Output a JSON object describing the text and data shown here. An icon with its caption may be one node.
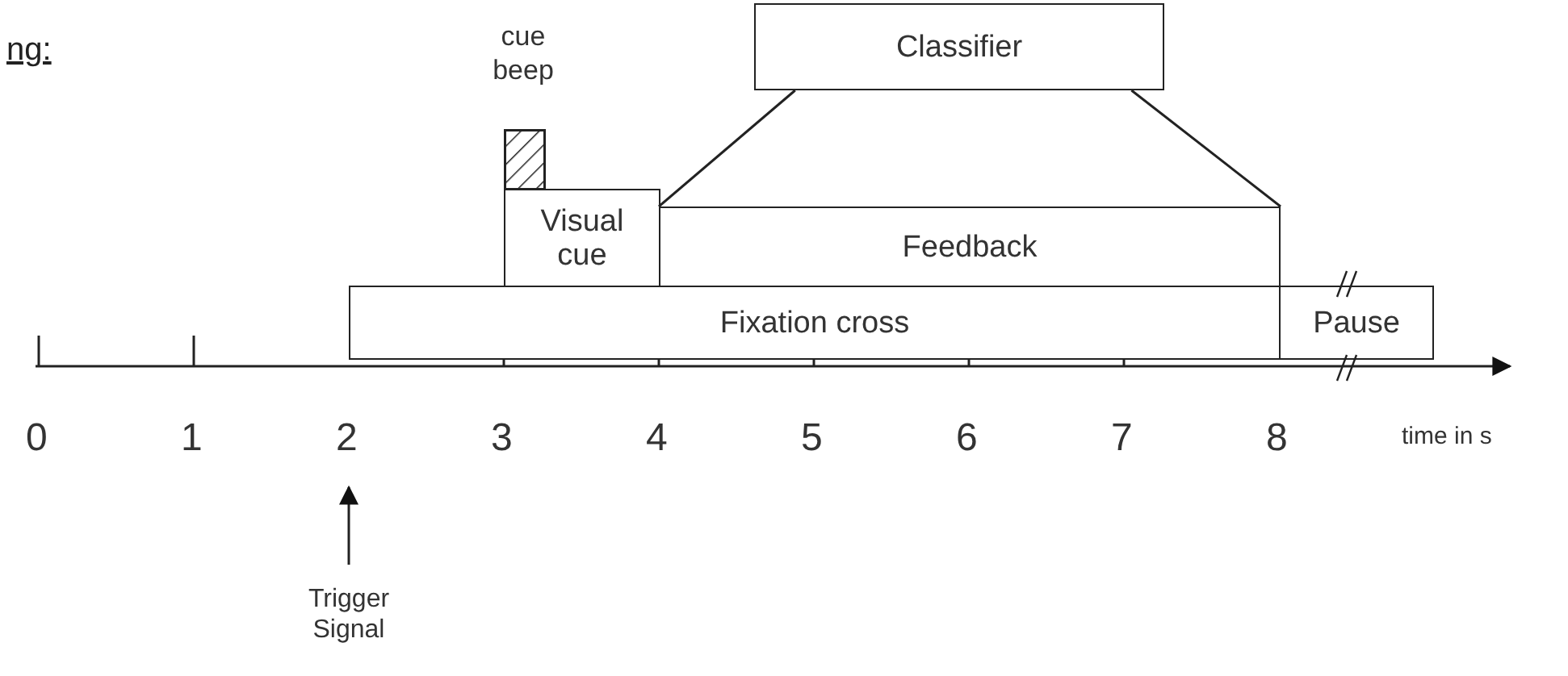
{
  "diagram": {
    "nodes": [
      {
        "text": [
          "Classifier"
        ]
      },
      {
        "text": [
          "cue beep"
        ]
      },
      {
        "text": [
          "Visual cue"
        ]
      },
      {
        "text": [
          "Feedback"
        ]
      },
      {
        "text": [
          "Fixation cross"
        ]
      },
      {
        "text": [
          "Pause"
        ]
      },
      {
        "text": [
          "Trigger Signal"
        ]
      }
    ],
    "edges": [
      {
        "from": 0,
        "to": 3,
        "arrow": "none"
      },
      {
        "from": 0,
        "to": 3,
        "arrow": "none"
      },
      {
        "from": 6,
        "to": null,
        "arrow": "to"
      }
    ],
    "labels": [
      "ng:",
      "0",
      "1",
      "2",
      "3",
      "4",
      "5",
      "6",
      "7",
      "8",
      "time in s"
    ]
  }
}
